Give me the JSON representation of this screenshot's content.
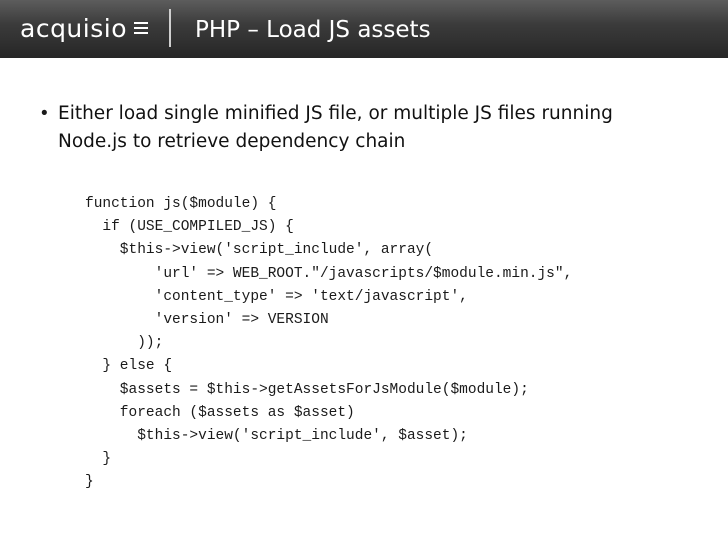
{
  "header": {
    "logo_text": "acquisio",
    "title": "PHP – Load JS assets"
  },
  "bullet": {
    "marker": "•",
    "lines": [
      "Either load single minified JS file, or multiple JS files running",
      "Node.js to retrieve dependency chain"
    ]
  },
  "code": [
    "function js($module) {",
    "  if (USE_COMPILED_JS) {",
    "    $this->view('script_include', array(",
    "        'url' => WEB_ROOT.\"/javascripts/$module.min.js\",",
    "        'content_type' => 'text/javascript',",
    "        'version' => VERSION",
    "      ));",
    "  } else {",
    "    $assets = $this->getAssetsForJsModule($module);",
    "    foreach ($assets as $asset)",
    "      $this->view('script_include', $asset);",
    "  }",
    "}"
  ],
  "colors": {
    "header_bg": "#333333",
    "header_text": "#ffffff",
    "body_text": "#111111"
  }
}
